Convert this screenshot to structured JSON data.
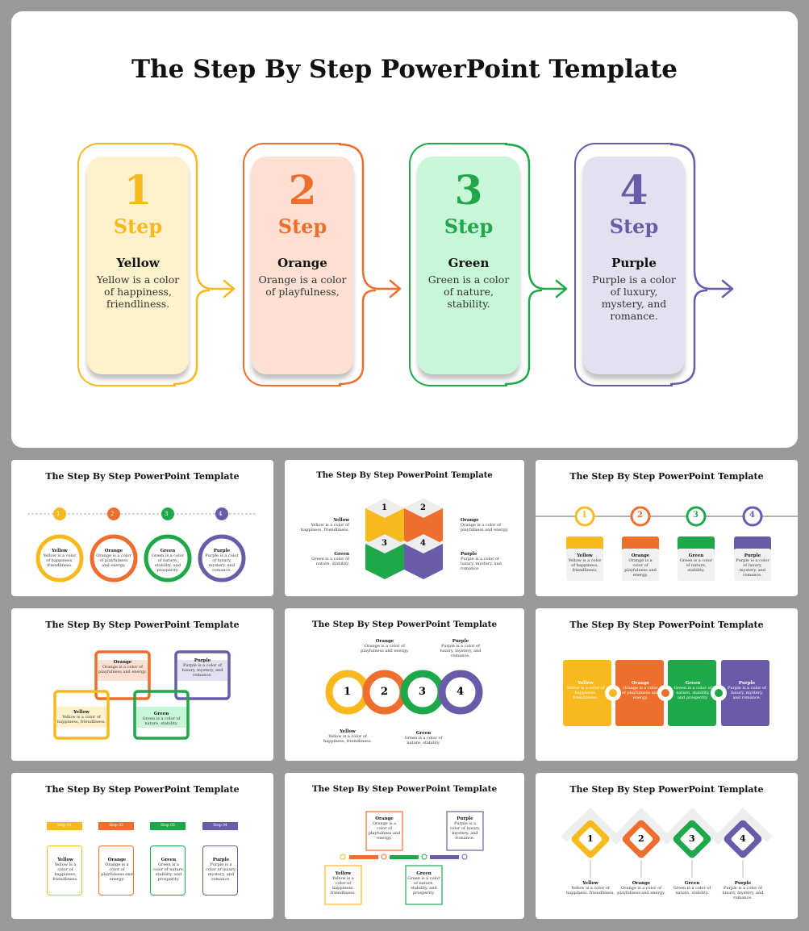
{
  "main": {
    "title": "The Step By Step PowerPoint Template",
    "steps": [
      {
        "num": "1",
        "word": "Step",
        "name": "Yellow",
        "desc": "Yellow is a color of happiness, friendliness.",
        "color": "#F8B91E",
        "light": "#FEF1CC"
      },
      {
        "num": "2",
        "word": "Step",
        "name": "Orange",
        "desc": "Orange is a color of playfulness,",
        "color": "#EE6E2E",
        "light": "#FDE0D1"
      },
      {
        "num": "3",
        "word": "Step",
        "name": "Green",
        "desc": "Green is a color of nature, stability.",
        "color": "#1EA84A",
        "light": "#C8F7D8"
      },
      {
        "num": "4",
        "word": "Step",
        "name": "Purple",
        "desc": "Purple is a color of luxury, mystery, and romance.",
        "color": "#6A5BA8",
        "light": "#E3E1F0"
      }
    ]
  },
  "thumbs": [
    {
      "title": "The Step By Step PowerPoint Template"
    },
    {
      "title": "The Step By Step PowerPoint Template"
    },
    {
      "title": "The Step By Step PowerPoint Template"
    },
    {
      "title": "The Step By Step PowerPoint Template"
    },
    {
      "title": "The Step By Step PowerPoint Template"
    },
    {
      "title": "The Step By Step PowerPoint Template"
    },
    {
      "title": "The Step By Step PowerPoint Template"
    },
    {
      "title": "The Step By Step PowerPoint Template"
    },
    {
      "title": "The Step By Step PowerPoint Template"
    }
  ],
  "labels": {
    "yellow": "Yellow",
    "orange": "Orange",
    "green": "Green",
    "purple": "Purple",
    "yellow_d": "Yellow is a color of happiness, friendliness.",
    "orange_d": "Orange is a color of playfulness and energy.",
    "green_d": "Green is a color of nature, stability.",
    "green_d2": "Green is a color of nature, stability, and prosperity.",
    "purple_d": "Purple is a color of luxury, mystery, and romance.",
    "n1": "1",
    "n2": "2",
    "n3": "3",
    "n4": "4",
    "s1": "Step 01",
    "s2": "Step 02",
    "s3": "Step 03",
    "s4": "Step 04"
  }
}
